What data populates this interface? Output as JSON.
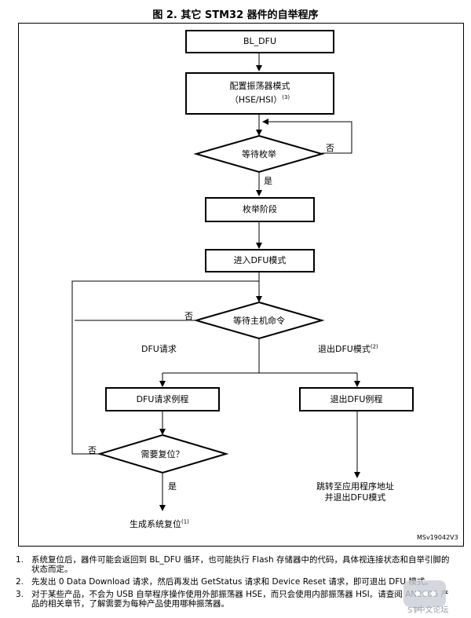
{
  "title": "图 2. 其它 STM32 器件的自举程序",
  "nodes": {
    "bl_dfu": "BL_DFU",
    "config_osc_line1": "配置振荡器模式",
    "config_osc_line2": "（HSE/HSI）",
    "config_osc_ref": "(3)",
    "wait_enum": "等待枚举",
    "enum_phase": "枚举阶段",
    "enter_dfu": "进入DFU模式",
    "wait_cmd": "等待主机命令",
    "dfu_routine": "DFU请求例程",
    "exit_routine": "退出DFU例程",
    "need_reset": "需要复位？",
    "gen_reset": "生成系统复位",
    "gen_reset_ref": "(1)",
    "jump_line1": "跳转至应用程序地址",
    "jump_line2": "并退出DFU模式"
  },
  "labels": {
    "no_enum": "否",
    "yes_enum": "是",
    "no_cmd": "否",
    "dfu_request": "DFU请求",
    "exit_dfu": "退出DFU模式",
    "exit_dfu_ref": "(2)",
    "no_reset": "否",
    "yes_reset": "是",
    "figure_id": "MSv19042V3"
  },
  "notes": [
    {
      "num": "1.",
      "text": "系统复位后，器件可能会返回到 BL_DFU 循环，也可能执行 Flash 存储器中的代码，具体视连接状态和自举引脚的状态而定。"
    },
    {
      "num": "2.",
      "text": "先发出 0 Data Download 请求，然后再发出 GetStatus 请求和 Device Reset 请求，即可退出 DFU 模式。"
    },
    {
      "num": "3.",
      "text": "对于某些产品，不会为 USB 自举程序操作使用外部振荡器 HSE，而只会使用内部振荡器 HSI。请查阅 AN2606 产品的相关章节，了解需要为每种产品使用哪种振荡器。"
    }
  ],
  "watermark": "ST中文论坛"
}
